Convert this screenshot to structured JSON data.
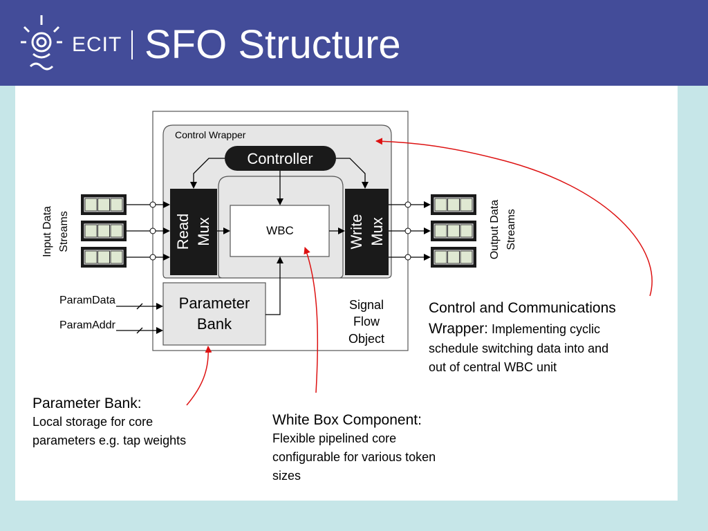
{
  "header": {
    "logo_text": "ECIT",
    "title": "SFO Structure",
    "bg_color": "#434c99"
  },
  "diagram": {
    "control_wrapper_label": "Control Wrapper",
    "controller_label": "Controller",
    "read_mux": [
      "Read",
      "Mux"
    ],
    "write_mux": [
      "Write",
      "Mux"
    ],
    "wbc_label": "WBC",
    "parameter_bank": [
      "Parameter",
      "Bank"
    ],
    "sfo_label": [
      "Signal",
      "Flow",
      "Object"
    ],
    "input_label": [
      "Input Data",
      "Streams"
    ],
    "output_label": [
      "Output Data",
      "Streams"
    ],
    "param_data": "ParamData",
    "param_addr": "ParamAddr",
    "annotation_color": "#dd1111"
  },
  "notes": {
    "param_bank": {
      "heading": "Parameter Bank:",
      "body": [
        "Local storage for core",
        "parameters e.g. tap weights"
      ]
    },
    "white_box": {
      "heading": "White Box Component:",
      "body": [
        "Flexible pipelined core",
        "configurable for various token",
        "sizes"
      ]
    },
    "control_comm": {
      "heading": [
        "Control and Communications",
        "Wrapper:"
      ],
      "body_inline": "Implementing cyclic",
      "body": [
        "schedule switching data into and",
        "out of central WBC unit"
      ]
    }
  }
}
